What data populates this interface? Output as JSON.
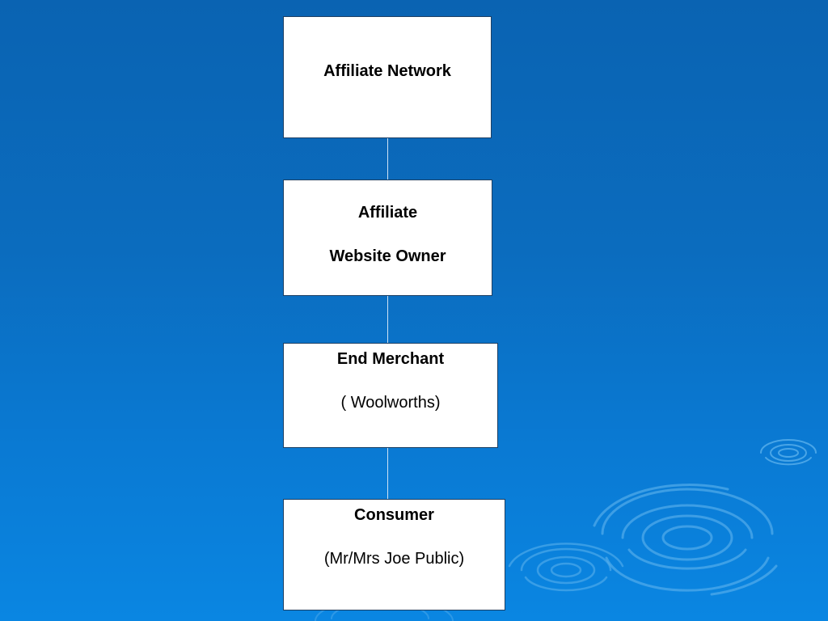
{
  "diagram": {
    "nodes": [
      {
        "title": "Affiliate Network"
      },
      {
        "title_line1": "Affiliate",
        "title_line2": "Website Owner"
      },
      {
        "title": "End Merchant",
        "subtitle": "( Woolworths)"
      },
      {
        "title": "Consumer",
        "subtitle": "(Mr/Mrs Joe Public)"
      }
    ]
  },
  "colors": {
    "background_top": "#0a63b2",
    "background_bottom": "#0a86e2",
    "box_fill": "#ffffff",
    "box_border": "#1d3f63",
    "connector": "#cfe3f5"
  }
}
